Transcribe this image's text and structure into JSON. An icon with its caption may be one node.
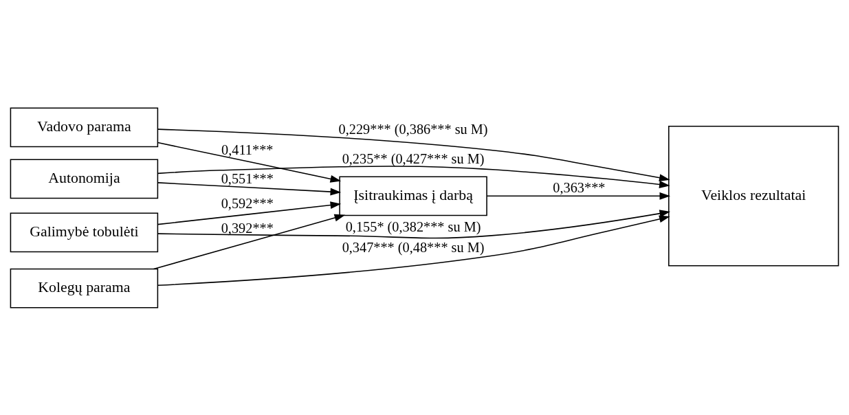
{
  "diagram": {
    "nodes": [
      {
        "text": [
          "Įsitraukimas į darbą"
        ]
      },
      {
        "text": [
          "Autonomija"
        ]
      },
      {
        "text": [
          "Vadovo parama"
        ]
      },
      {
        "text": [
          "Kolegų parama"
        ]
      },
      {
        "text": [
          "Galimybė tobulėti"
        ]
      },
      {
        "text": [
          "Veiklos rezultatai"
        ]
      }
    ],
    "edges": [
      {
        "from": 1,
        "to": 0,
        "arrow": "to",
        "label": "0,551***"
      },
      {
        "from": 2,
        "to": 0,
        "arrow": "to",
        "label": "0,411***"
      },
      {
        "from": 3,
        "to": 0,
        "arrow": "to",
        "label": "0,392***"
      },
      {
        "from": 4,
        "to": 0,
        "arrow": "to",
        "label": "0,592***"
      },
      {
        "from": 0,
        "to": 5,
        "arrow": "to",
        "label": "0,363***"
      },
      {
        "from": 1,
        "to": 5,
        "arrow": "to",
        "label": "0,235** (0,427*** su M)"
      },
      {
        "from": 2,
        "to": 5,
        "arrow": "to",
        "label": "0,229*** (0,386*** su M)"
      },
      {
        "from": 3,
        "to": 5,
        "arrow": "to",
        "label": "0,347*** (0,48*** su M)"
      },
      {
        "from": 4,
        "to": 5,
        "arrow": "to",
        "label": "0,155* (0,382*** su M)"
      }
    ]
  }
}
